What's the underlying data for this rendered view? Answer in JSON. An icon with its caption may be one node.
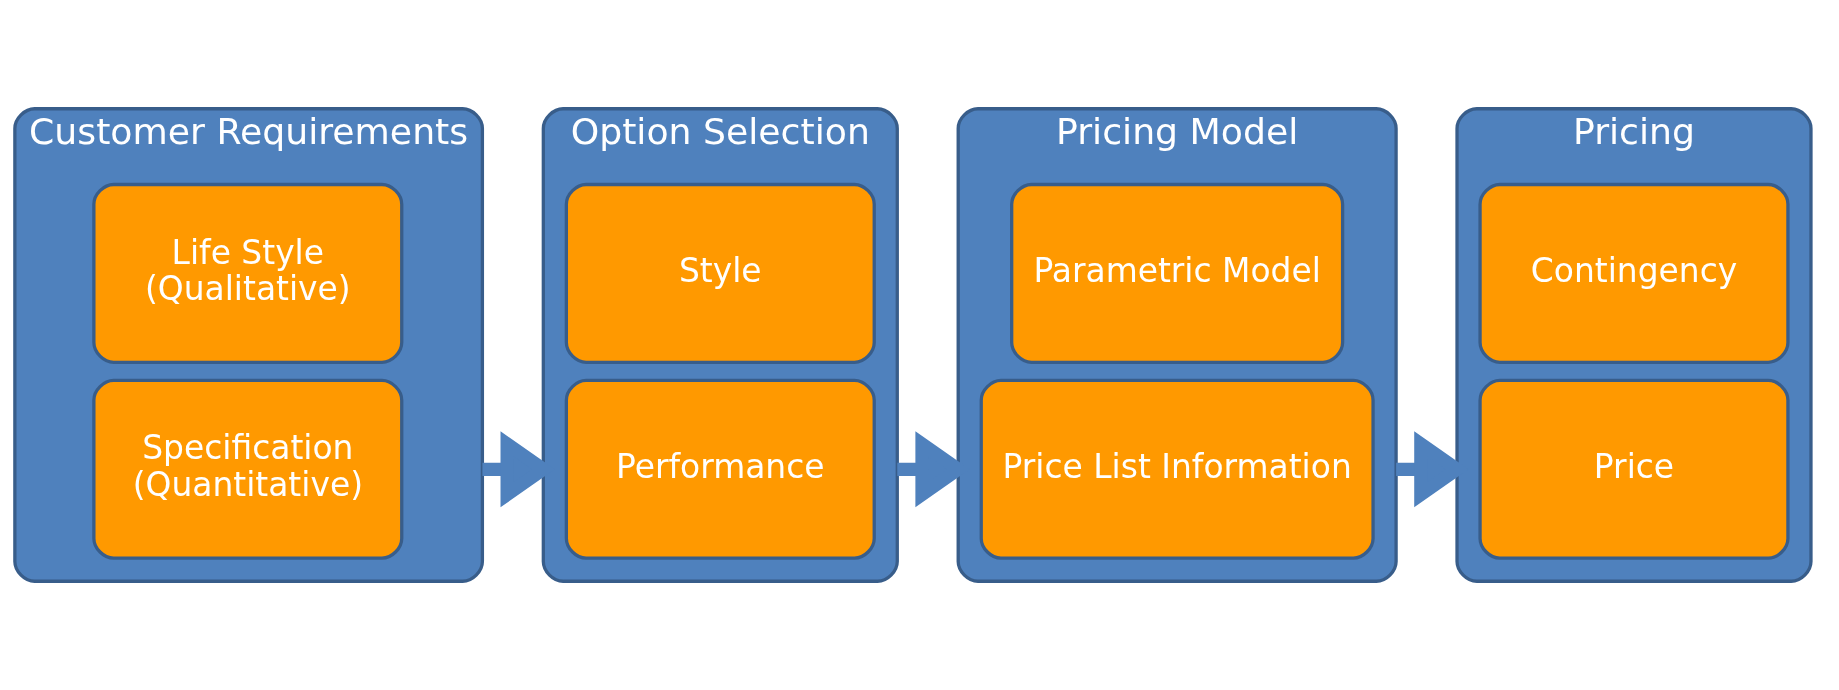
{
  "diagram": {
    "nodes": [
      {
        "text": [
          "Customer Requirements"
        ]
      },
      {
        "text": [
          "Specification",
          "(Quantitative)"
        ],
        "in": 0
      },
      {
        "text": [
          "Life Style",
          "(Qualitative)"
        ],
        "in": 0
      },
      {
        "text": [
          "Option Selection"
        ]
      },
      {
        "text": [
          "Performance"
        ],
        "in": 3
      },
      {
        "text": [
          "Style"
        ],
        "in": 3
      },
      {
        "text": [
          "Pricing Model"
        ]
      },
      {
        "text": [
          "Price List Information"
        ],
        "in": 6
      },
      {
        "text": [
          "Parametric Model"
        ],
        "in": 6
      },
      {
        "text": [
          "Pricing"
        ]
      },
      {
        "text": [
          "Price"
        ],
        "in": 9
      },
      {
        "text": [
          "Contingency"
        ],
        "in": 9
      }
    ],
    "edges": [
      {
        "from": 0,
        "to": 3,
        "arrow": "to"
      },
      {
        "from": 3,
        "to": 6,
        "arrow": "to"
      },
      {
        "from": 6,
        "to": 9,
        "arrow": "to"
      }
    ]
  }
}
